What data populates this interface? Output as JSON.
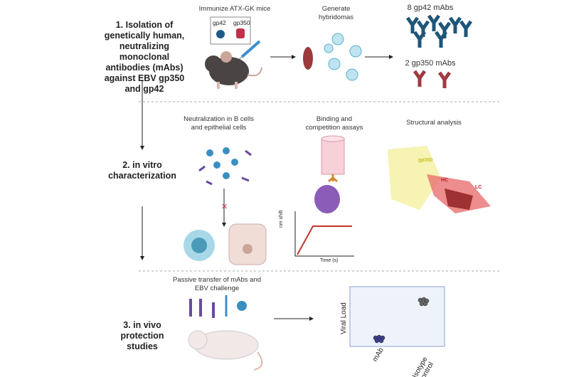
{
  "steps": [
    {
      "title": "1.  Isolation of genetically human, neutralizing monoclonal antibodies (mAbs) against EBV gp350 and gp42"
    },
    {
      "title": "2. in vitro characterization"
    },
    {
      "title": "3. in vivo protection studies"
    }
  ],
  "section1": {
    "immunize": "Immunize ATX-GK mice",
    "antigen1": "gp42",
    "antigen2": "gp350",
    "hybridomas": "Generate hybridomas",
    "gp42_mabs": "8 gp42 mAbs",
    "gp350_mabs": "2 gp350 mAbs"
  },
  "section2": {
    "neutralization": "Neutralization in B cells and epithelial cells",
    "binding": "Binding and competition assays",
    "structural": "Structural analysis",
    "ylabel": "nm shift",
    "xlabel": "Time (s)",
    "gp350": "gp350",
    "hc": "HC",
    "lc": "LC"
  },
  "section3": {
    "transfer": "Passive transfer of mAbs and EBV challenge",
    "ylabel": "Viral Load",
    "cat1": "mAb",
    "cat2": "Isotype control"
  },
  "colors": {
    "gp42": "#1f5a8a",
    "gp350": "#c0304a",
    "mab_dots": "#3b3f8f",
    "isotype_dots": "#666666",
    "plot_bg": "#eef2fb"
  }
}
